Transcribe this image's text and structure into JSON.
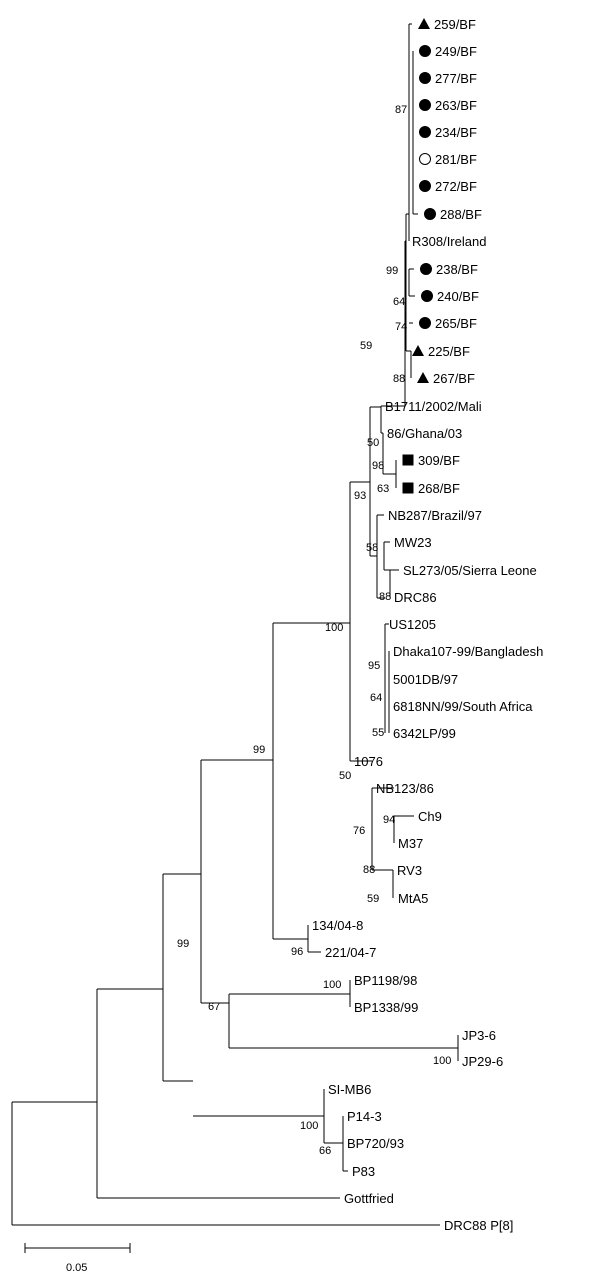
{
  "tree": {
    "scale_bar_label": "0.05",
    "leaves": [
      {
        "id": "259BF",
        "label": "259/BF",
        "marker": "triangle"
      },
      {
        "id": "249BF",
        "label": "249/BF",
        "marker": "circle"
      },
      {
        "id": "277BF",
        "label": "277/BF",
        "marker": "circle"
      },
      {
        "id": "263BF",
        "label": "263/BF",
        "marker": "circle"
      },
      {
        "id": "234BF",
        "label": "234/BF",
        "marker": "circle"
      },
      {
        "id": "281BF",
        "label": "281/BF",
        "marker": "open-circle"
      },
      {
        "id": "272BF",
        "label": "272/BF",
        "marker": "circle"
      },
      {
        "id": "288BF",
        "label": "288/BF",
        "marker": "circle"
      },
      {
        "id": "R308",
        "label": "R308/Ireland",
        "marker": ""
      },
      {
        "id": "238BF",
        "label": "238/BF",
        "marker": "circle"
      },
      {
        "id": "240BF",
        "label": "240/BF",
        "marker": "circle"
      },
      {
        "id": "265BF",
        "label": "265/BF",
        "marker": "circle"
      },
      {
        "id": "225BF",
        "label": "225/BF",
        "marker": "triangle"
      },
      {
        "id": "267BF",
        "label": "267/BF",
        "marker": "triangle"
      },
      {
        "id": "B1711",
        "label": "B1711/2002/Mali",
        "marker": ""
      },
      {
        "id": "86Ghana",
        "label": "86/Ghana/03",
        "marker": ""
      },
      {
        "id": "309BF",
        "label": "309/BF",
        "marker": "square"
      },
      {
        "id": "268BF",
        "label": "268/BF",
        "marker": "square"
      },
      {
        "id": "NB287",
        "label": "NB287/Brazil/97",
        "marker": ""
      },
      {
        "id": "MW23",
        "label": "MW23",
        "marker": ""
      },
      {
        "id": "SL273",
        "label": "SL273/05/Sierra Leone",
        "marker": ""
      },
      {
        "id": "DRC86",
        "label": "DRC86",
        "marker": ""
      },
      {
        "id": "US1205",
        "label": "US1205",
        "marker": ""
      },
      {
        "id": "Dhaka107",
        "label": "Dhaka107-99/Bangladesh",
        "marker": ""
      },
      {
        "id": "5001DB",
        "label": "5001DB/97",
        "marker": ""
      },
      {
        "id": "6818NN",
        "label": "6818NN/99/South Africa",
        "marker": ""
      },
      {
        "id": "6342LP",
        "label": "6342LP/99",
        "marker": ""
      },
      {
        "id": "1076",
        "label": "1076",
        "marker": ""
      },
      {
        "id": "NB123",
        "label": "NB123/86",
        "marker": ""
      },
      {
        "id": "Ch9",
        "label": "Ch9",
        "marker": ""
      },
      {
        "id": "M37",
        "label": "M37",
        "marker": ""
      },
      {
        "id": "RV3",
        "label": "RV3",
        "marker": ""
      },
      {
        "id": "MtA5",
        "label": "MtA5",
        "marker": ""
      },
      {
        "id": "134",
        "label": "134/04-8",
        "marker": ""
      },
      {
        "id": "221",
        "label": "221/04-7",
        "marker": ""
      },
      {
        "id": "BP1198",
        "label": "BP1198/98",
        "marker": ""
      },
      {
        "id": "BP1338",
        "label": "BP1338/99",
        "marker": ""
      },
      {
        "id": "JP3",
        "label": "JP3-6",
        "marker": ""
      },
      {
        "id": "JP29",
        "label": "JP29-6",
        "marker": ""
      },
      {
        "id": "SIMB6",
        "label": "SI-MB6",
        "marker": ""
      },
      {
        "id": "P143",
        "label": "P14-3",
        "marker": ""
      },
      {
        "id": "BP720",
        "label": "BP720/93",
        "marker": ""
      },
      {
        "id": "P83",
        "label": "P83",
        "marker": ""
      },
      {
        "id": "Gottfried",
        "label": "Gottfried",
        "marker": ""
      },
      {
        "id": "DRC88",
        "label": "DRC88 P[8]",
        "marker": ""
      }
    ],
    "bootstrap": [
      {
        "value": "87",
        "node": "cladeBF"
      },
      {
        "value": "99",
        "node": "cladeR308"
      },
      {
        "value": "64",
        "node": "n238_240"
      },
      {
        "value": "74",
        "node": "n265"
      },
      {
        "value": "59",
        "node": "cladeBFfull"
      },
      {
        "value": "88",
        "node": "n225_267"
      },
      {
        "value": "50",
        "node": "nMali"
      },
      {
        "value": "98",
        "node": "nGhana"
      },
      {
        "value": "63",
        "node": "n309_268"
      },
      {
        "value": "93",
        "node": "cladeWA"
      },
      {
        "value": "58",
        "node": "nMW23"
      },
      {
        "value": "88",
        "node": "nSL_DRC"
      },
      {
        "value": "100",
        "node": "cladeP8"
      },
      {
        "value": "95",
        "node": "nUS"
      },
      {
        "value": "64",
        "node": "n5001"
      },
      {
        "value": "55",
        "node": "n6818"
      },
      {
        "value": "50",
        "node": "n1076"
      },
      {
        "value": "76",
        "node": "nNB123"
      },
      {
        "value": "94",
        "node": "nCh9"
      },
      {
        "value": "88",
        "node": "nRV3clade"
      },
      {
        "value": "59",
        "node": "nRV3"
      },
      {
        "value": "99",
        "node": "cladeBig"
      },
      {
        "value": "96",
        "node": "n134"
      },
      {
        "value": "99",
        "node": "cladeOuter"
      },
      {
        "value": "100",
        "node": "nBP"
      },
      {
        "value": "67",
        "node": "nBPJP"
      },
      {
        "value": "100",
        "node": "nJP"
      },
      {
        "value": "100",
        "node": "nSI"
      },
      {
        "value": "66",
        "node": "nBP720"
      }
    ]
  }
}
